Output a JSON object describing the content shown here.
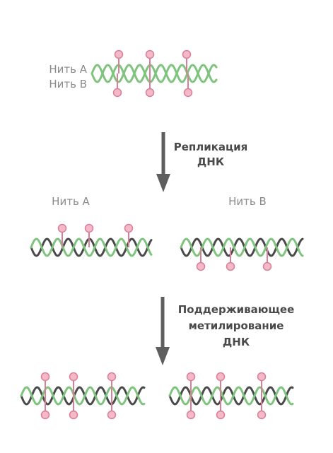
{
  "colors": {
    "new_strand": "#4a4a4a",
    "old_strand": "#7fc47e",
    "methyl_group": "#f4b8c8",
    "methyl_stroke": "#d97e97",
    "arrow": "#5e5e5e",
    "label_gray": "#8a8a8a"
  },
  "top": {
    "strand_a": "Нить А",
    "strand_b": "Нить В"
  },
  "step1": {
    "line1": "Репликация",
    "line2": "ДНК"
  },
  "middle": {
    "strand_a": "Нить А",
    "strand_b": "Нить В"
  },
  "step2": {
    "line1": "Поддерживающее",
    "line2": "метилирование",
    "line3": "ДНК"
  }
}
